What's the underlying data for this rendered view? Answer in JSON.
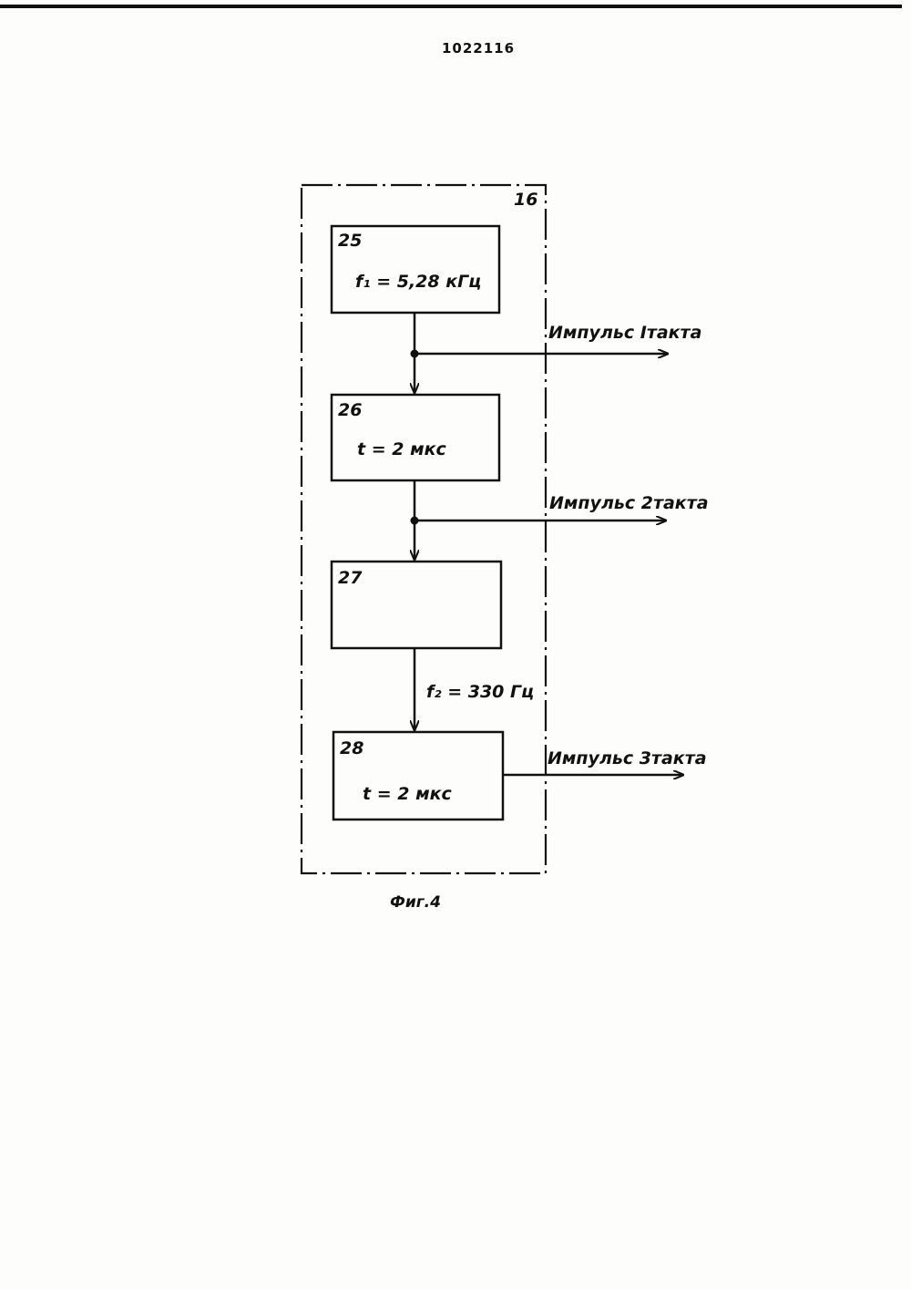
{
  "document": {
    "number": "1022116",
    "caption": "Фиг.4"
  },
  "outer_block": {
    "label": "16"
  },
  "blocks": [
    {
      "id": "25",
      "text": "f₁ = 5,28 кГц"
    },
    {
      "id": "26",
      "text": "t = 2 мкс"
    },
    {
      "id": "27",
      "text": ""
    },
    {
      "id": "28",
      "text": "t = 2 мкс"
    }
  ],
  "outputs": [
    {
      "label": "Импульс Iтакта"
    },
    {
      "label": "Импульс 2такта"
    },
    {
      "label": "Импульс 3такта"
    }
  ],
  "link_labels": {
    "b27_to_b28": "f₂ = 330 Гц"
  }
}
